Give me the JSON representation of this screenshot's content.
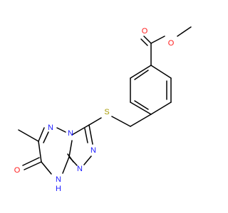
{
  "molecule": {
    "colors": {
      "bond": "#000000",
      "nitrogen": "#1a1aff",
      "oxygen": "#ff1a1a",
      "sulfur": "#a69a00",
      "background": "#ffffff"
    },
    "labels": {
      "ester_carbonyl_o": "O",
      "ester_ether_o": "O",
      "thioether_s": "S",
      "triazine_n_upper": "N",
      "triazole_n_bridge": "N",
      "triazole_n_right_top": "N",
      "triazole_n_right_bottom": "N",
      "nh": "N",
      "nh_h": "H",
      "ketone_o": "O"
    }
  }
}
